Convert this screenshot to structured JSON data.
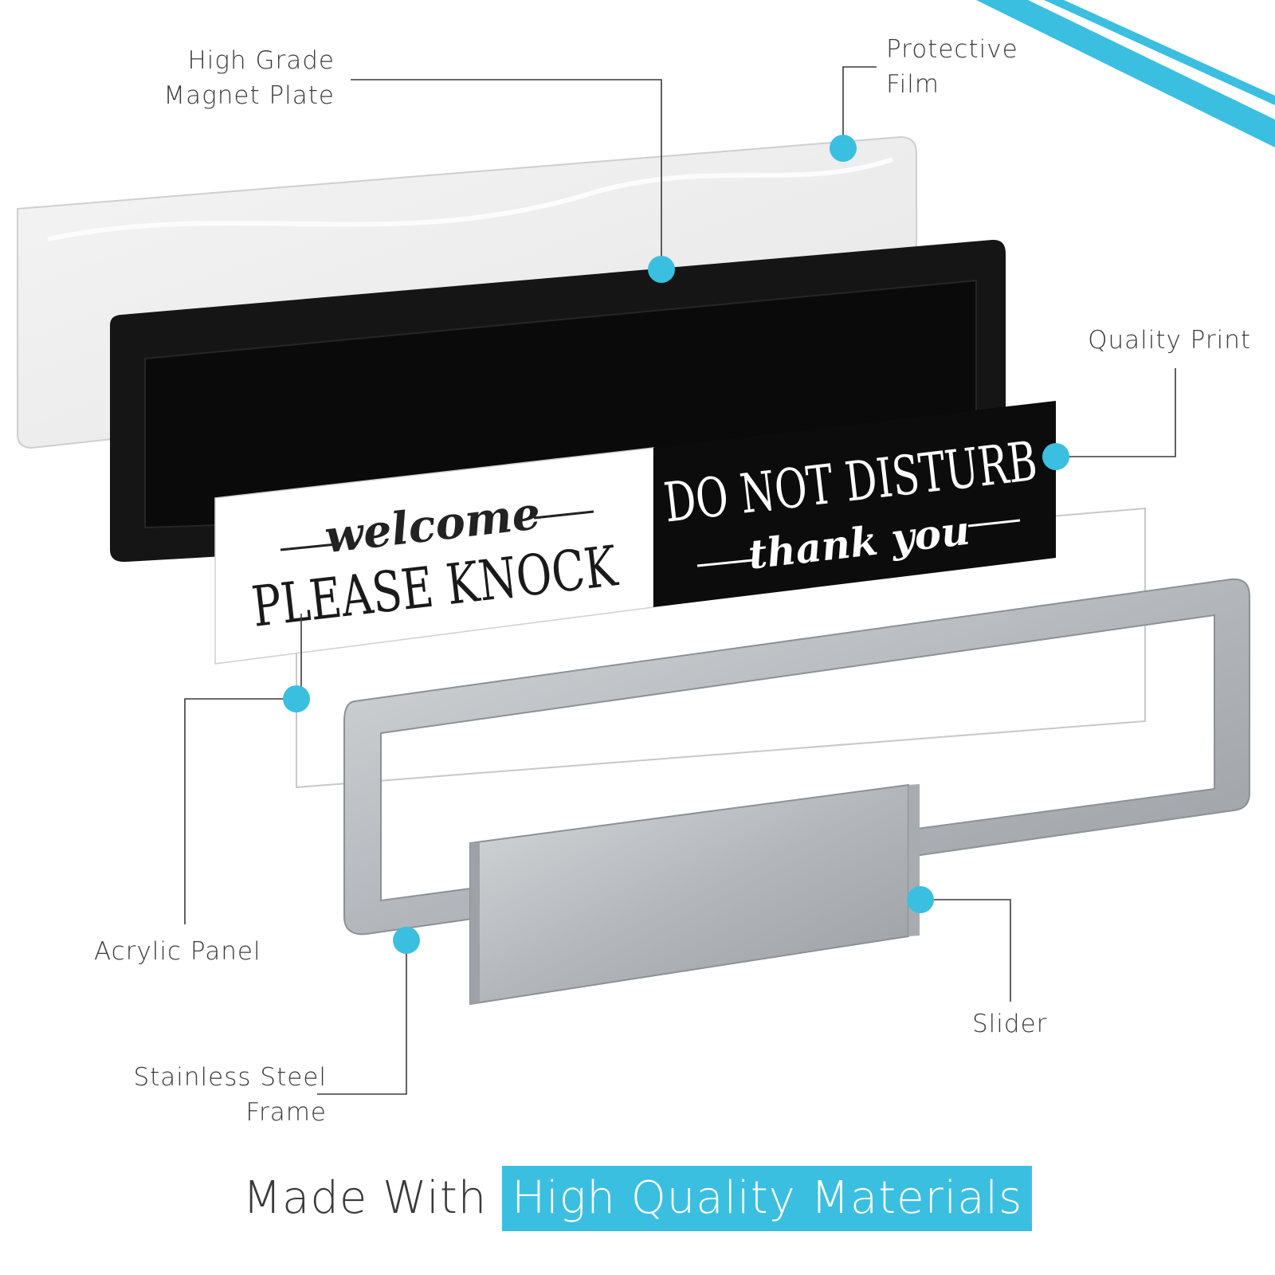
{
  "colors": {
    "accent": "#3bbfe0",
    "text": "#3a3a3a",
    "plate": "#111111",
    "steel": "#b8bcc0"
  },
  "callouts": {
    "magnet_plate": [
      "High Grade",
      "Magnet Plate"
    ],
    "protective_film": [
      "Protective",
      "Film"
    ],
    "quality_print": [
      "Quality Print"
    ],
    "acrylic_panel": [
      "Acrylic Panel"
    ],
    "stainless_frame": [
      "Stainless Steel",
      "Frame"
    ],
    "slider": [
      "Slider"
    ]
  },
  "sign": {
    "welcome": "welcome",
    "please_knock": "PLEASE KNOCK",
    "do_not_disturb": "DO NOT DISTURB",
    "thank_you": "thank you"
  },
  "banner": {
    "prefix": "Made With",
    "highlight": "High Quality Materials"
  }
}
